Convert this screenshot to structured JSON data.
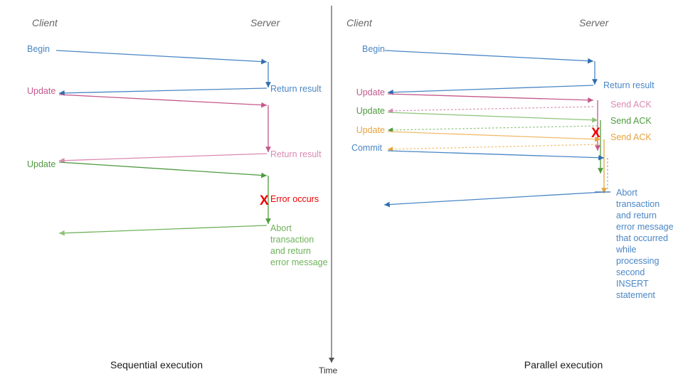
{
  "palette": {
    "blue": "#4a86c5",
    "blue_dark": "#2f6ead",
    "pink": "#c4588c",
    "pink_light": "#d98ab2",
    "green": "#4e9a3f",
    "green_light": "#8cc379",
    "orange": "#e8a33d",
    "orange_light": "#f0bb6b",
    "red": "#ee0000",
    "gray": "#666666",
    "divider": "#555555",
    "text": "#1a1a1a"
  },
  "divider": {
    "axis_label": "Time"
  },
  "panels": [
    {
      "id": "sequential",
      "caption": "Sequential execution",
      "lanes": {
        "client": "Client",
        "server": "Server"
      },
      "client_labels": [
        {
          "text": "Begin",
          "color": "blue"
        },
        {
          "text": "Update",
          "color": "pink"
        },
        {
          "text": "Update",
          "color": "green"
        }
      ],
      "server_labels": [
        {
          "text": "Return result",
          "color": "blue"
        },
        {
          "text": "Return result",
          "color": "pink"
        }
      ],
      "error": {
        "mark": "X",
        "text": "Error occurs",
        "color": "red"
      },
      "abort_note": {
        "color": "green",
        "lines": [
          "Abort",
          "transaction",
          "and return",
          "error message"
        ]
      }
    },
    {
      "id": "parallel",
      "caption": "Parallel execution",
      "lanes": {
        "client": "Client",
        "server": "Server"
      },
      "client_labels": [
        {
          "text": "Begin",
          "color": "blue"
        },
        {
          "text": "Update",
          "color": "pink"
        },
        {
          "text": "Update",
          "color": "green"
        },
        {
          "text": "Update",
          "color": "orange"
        },
        {
          "text": "Commit",
          "color": "blue"
        }
      ],
      "server_labels": [
        {
          "text": "Return result",
          "color": "blue"
        },
        {
          "text": "Send ACK",
          "color": "pink"
        },
        {
          "text": "Send ACK",
          "color": "green"
        },
        {
          "text": "Send ACK",
          "color": "orange"
        }
      ],
      "error": {
        "mark": "X",
        "text": "",
        "color": "red"
      },
      "abort_note": {
        "color": "blue",
        "lines": [
          "Abort",
          "transaction",
          "and return",
          "error message",
          "that occurred",
          "while",
          "processing",
          "second",
          "INSERT",
          "statement"
        ]
      }
    }
  ]
}
